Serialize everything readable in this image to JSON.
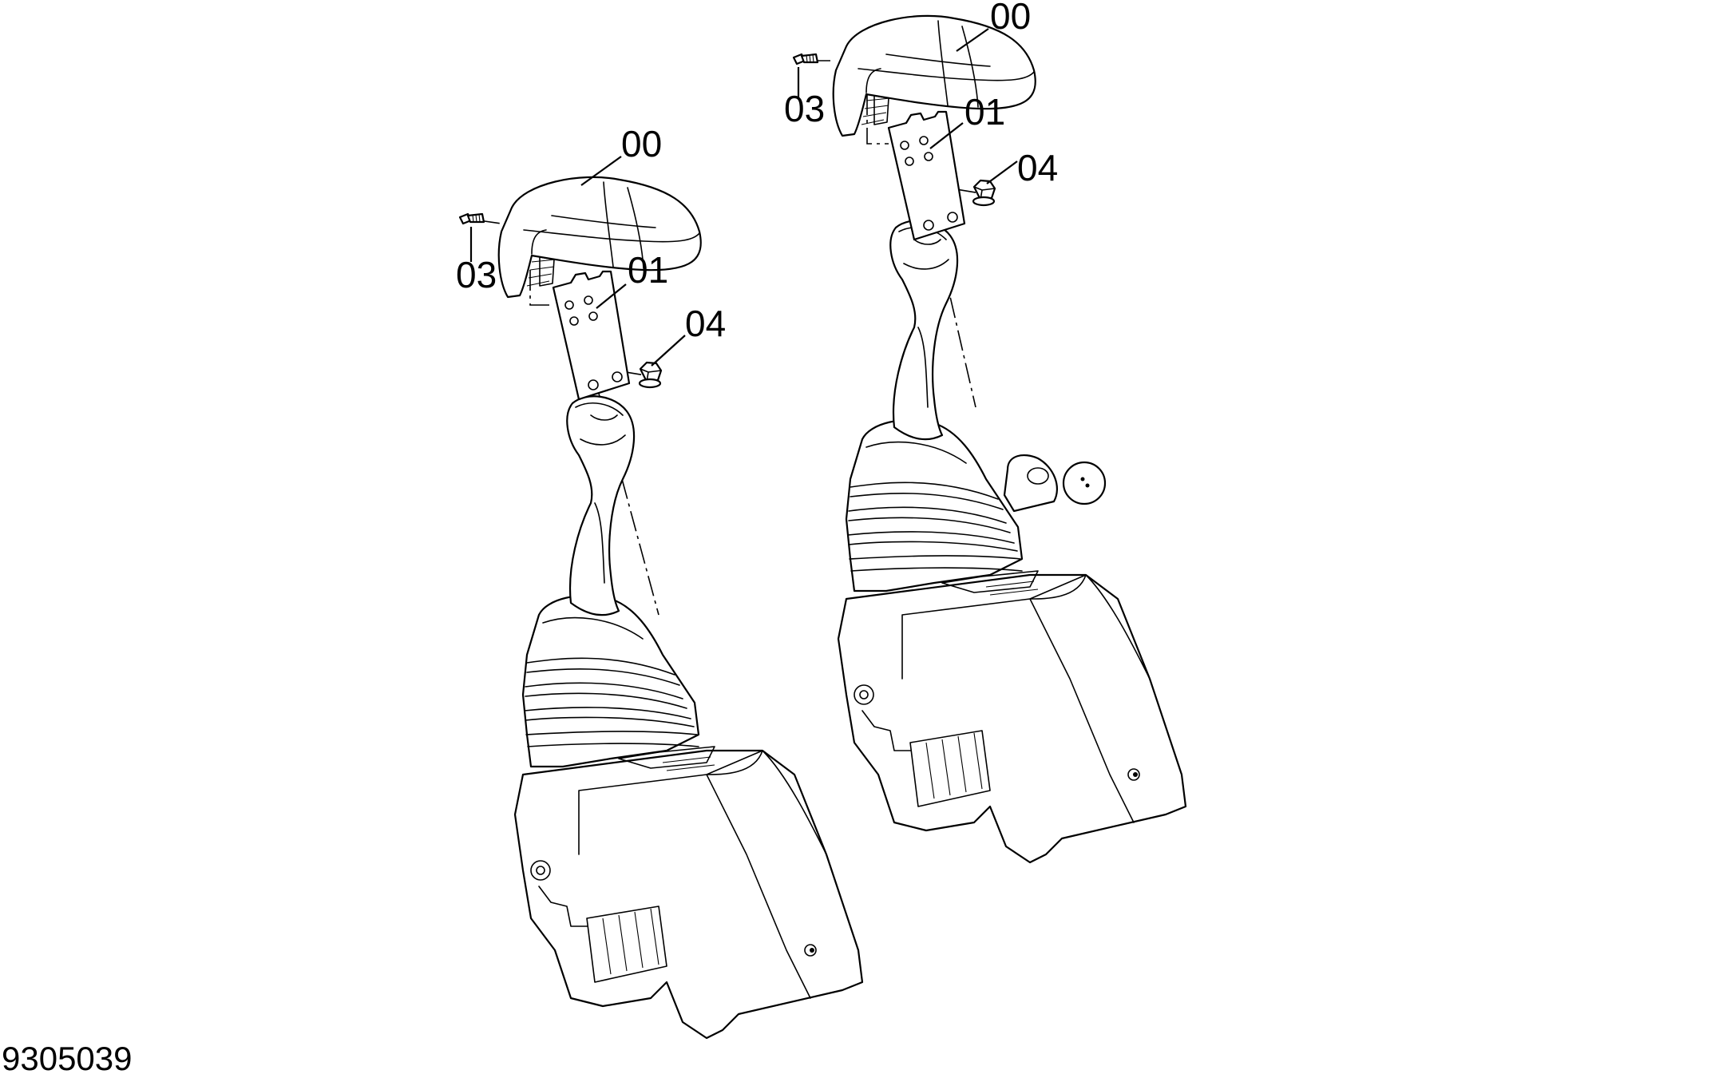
{
  "figure_number": "9305039",
  "assemblies": [
    {
      "name": "left-joystick-assembly",
      "callouts": {
        "armrest": "00",
        "bracket": "01",
        "screw": "03",
        "nut": "04"
      }
    },
    {
      "name": "right-joystick-assembly",
      "callouts": {
        "armrest": "00",
        "bracket": "01",
        "screw": "03",
        "nut": "04"
      }
    }
  ],
  "icons": {
    "armrest": "armrest-pad-icon",
    "bracket": "mounting-plate-icon",
    "screw": "bolt-icon",
    "nut": "flange-nut-icon",
    "joystick": "joystick-lever-icon"
  },
  "colors": {
    "line": "#000000",
    "background": "#ffffff"
  }
}
